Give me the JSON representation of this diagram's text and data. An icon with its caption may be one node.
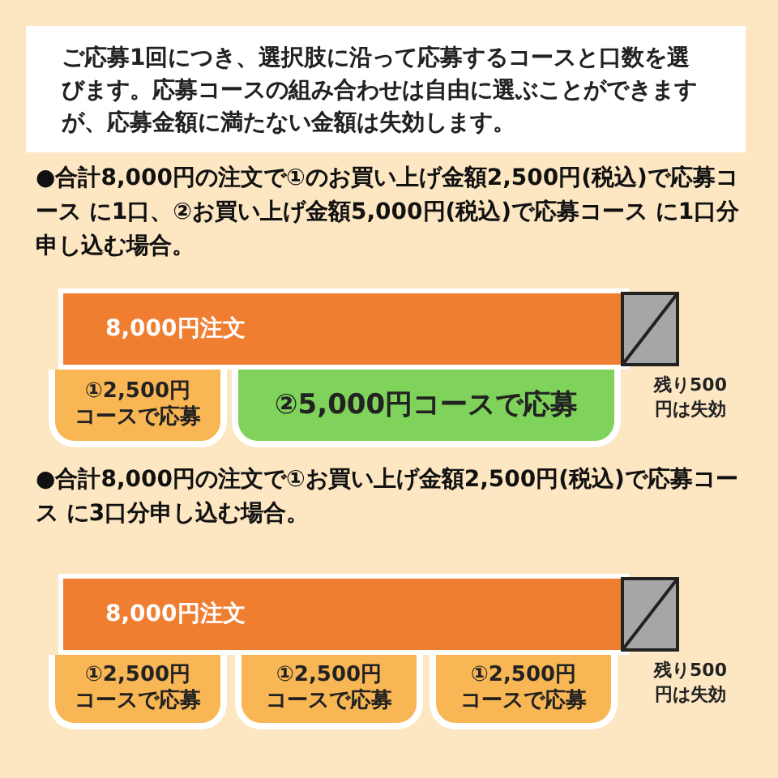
{
  "diagram": {
    "nodes": [
      {
        "text": [
          "ご応募1回につき、選択肢に沿って応募するコースと口数を選びます。**応募コースの組み合わせは自由に選ぶことができます**が、応募金額に満たない金額は失効します。"
        ]
      },
      {
        "text": [
          "①2,500円コースで応募"
        ]
      },
      {
        "text": [
          "②5,000円コースで応募"
        ]
      },
      {
        "text": [
          "8,000円注文"
        ]
      },
      {
        "text": [],
        "shape": "box",
        "beside": [
          "残り500円は失効"
        ]
      },
      {
        "text": [
          "①2,500円コースで応募"
        ]
      },
      {
        "text": [
          "①2,500円コースで応募"
        ]
      },
      {
        "text": [
          "①2,500円コースで応募"
        ]
      },
      {
        "text": [
          "8,000円注文"
        ]
      },
      {
        "text": [],
        "shape": "box",
        "beside": [
          "残り500円は失効"
        ]
      }
    ],
    "labels": [
      "●合計8,000円の注文で①のお買い上げ金額2,500円(税込)で応募コース に1口、②お買い上げ金額5,000円(税込)で応募コース に1口分申し込む場合。",
      "●合計8,000円の注文で①お買い上げ金額2,500円(税込)で応募コース に3口分申し込む場合。"
    ]
  }
}
